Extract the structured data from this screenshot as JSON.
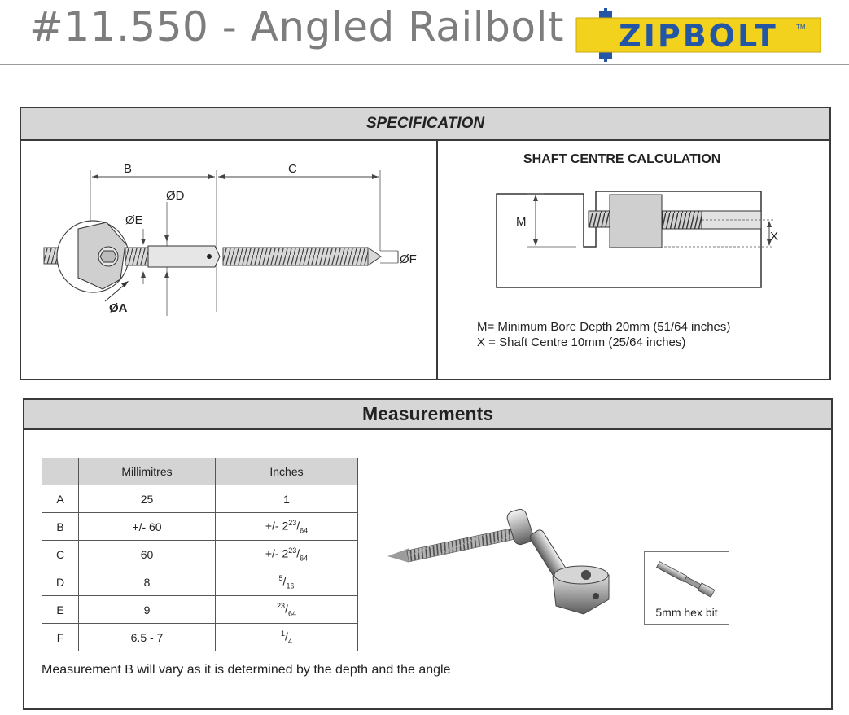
{
  "header": {
    "title": "#11.550 - Angled Railbolt",
    "logo_text": "ZIPBOLT",
    "logo_tm": "TM",
    "colors": {
      "logo_yellow": "#f2d21d",
      "logo_blue": "#2456a6",
      "title_gray": "#7d7d7d"
    }
  },
  "specification": {
    "heading": "SPECIFICATION",
    "diagram_labels": {
      "b": "B",
      "c": "C",
      "d": "ØD",
      "e": "ØE",
      "a": "ØA",
      "f": "ØF"
    },
    "shaft_calc": {
      "title": "SHAFT CENTRE CALCULATION",
      "label_m": "M",
      "label_x": "X",
      "notes": [
        "M= Minimum Bore Depth 20mm (51/64 inches)",
        "X = Shaft Centre 10mm (25/64 inches)"
      ]
    }
  },
  "measurements": {
    "heading": "Measurements",
    "table": {
      "headers": [
        "",
        "Millimitres",
        "Inches"
      ],
      "rows": [
        {
          "label": "A",
          "mm": "25",
          "in_whole": "1",
          "in_num": "",
          "in_den": ""
        },
        {
          "label": "B",
          "mm": "+/- 60",
          "in_whole": "+/- 2",
          "in_num": "23",
          "in_den": "64"
        },
        {
          "label": "C",
          "mm": "60",
          "in_whole": "+/- 2",
          "in_num": "23",
          "in_den": "64"
        },
        {
          "label": "D",
          "mm": "8",
          "in_whole": "",
          "in_num": "5",
          "in_den": "16"
        },
        {
          "label": "E",
          "mm": "9",
          "in_whole": "",
          "in_num": "23",
          "in_den": "64"
        },
        {
          "label": "F",
          "mm": "6.5 - 7",
          "in_whole": "",
          "in_num": "1",
          "in_den": "4"
        }
      ]
    },
    "hex_caption": "5mm hex bit",
    "footnote": "Measurement B will vary as it is determined by the depth and the angle"
  }
}
